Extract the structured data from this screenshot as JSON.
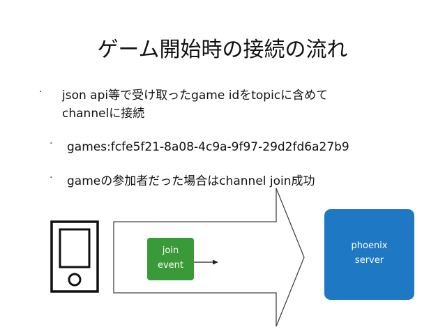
{
  "slide": {
    "title": "ゲーム開始時の接続の流れ",
    "bullets": [
      {
        "line1": "json api等で受け取ったgame idをtopicに含めて",
        "line2": "channelに接続"
      }
    ],
    "sub_bullets": [
      "games:fcfe5f21-8a08-4c9a-9f97-29d2fd6a27b9",
      "gameの参加者だった場合はchannel join成功"
    ]
  },
  "diagram": {
    "join_box": {
      "line1": "join",
      "line2": "event",
      "color": "#3a9a3a"
    },
    "server_box": {
      "line1": "phoenix",
      "line2": "server",
      "color": "#1f78c4"
    },
    "device_icon": "smartphone-icon"
  }
}
